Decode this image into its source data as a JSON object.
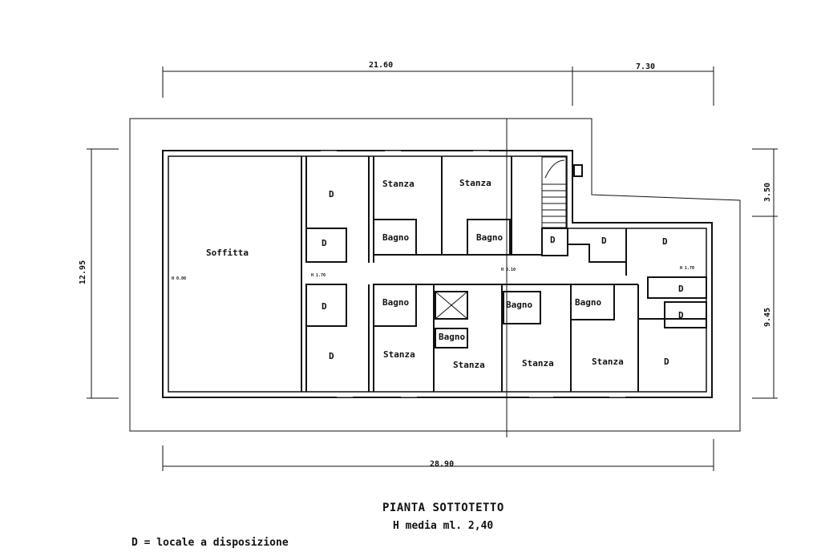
{
  "title": "PIANTA SOTTOTETTO",
  "subtitle": "H media ml. 2,40",
  "legend": "D = locale a disposizione",
  "dimensions": {
    "top_left": "21.60",
    "top_right": "7.30",
    "bottom": "28.90",
    "left": "12.95",
    "right_top": "3.50",
    "right_bottom": "9.45"
  },
  "rooms": {
    "soffitta": "Soffitta",
    "stanza": "Stanza",
    "bagno": "Bagno",
    "d": "D"
  },
  "heights": {
    "h_soffitta": "H 0.80",
    "h_left": "H 1.70",
    "h_corridor": "H 3.10",
    "h_right": "H 1.70"
  }
}
